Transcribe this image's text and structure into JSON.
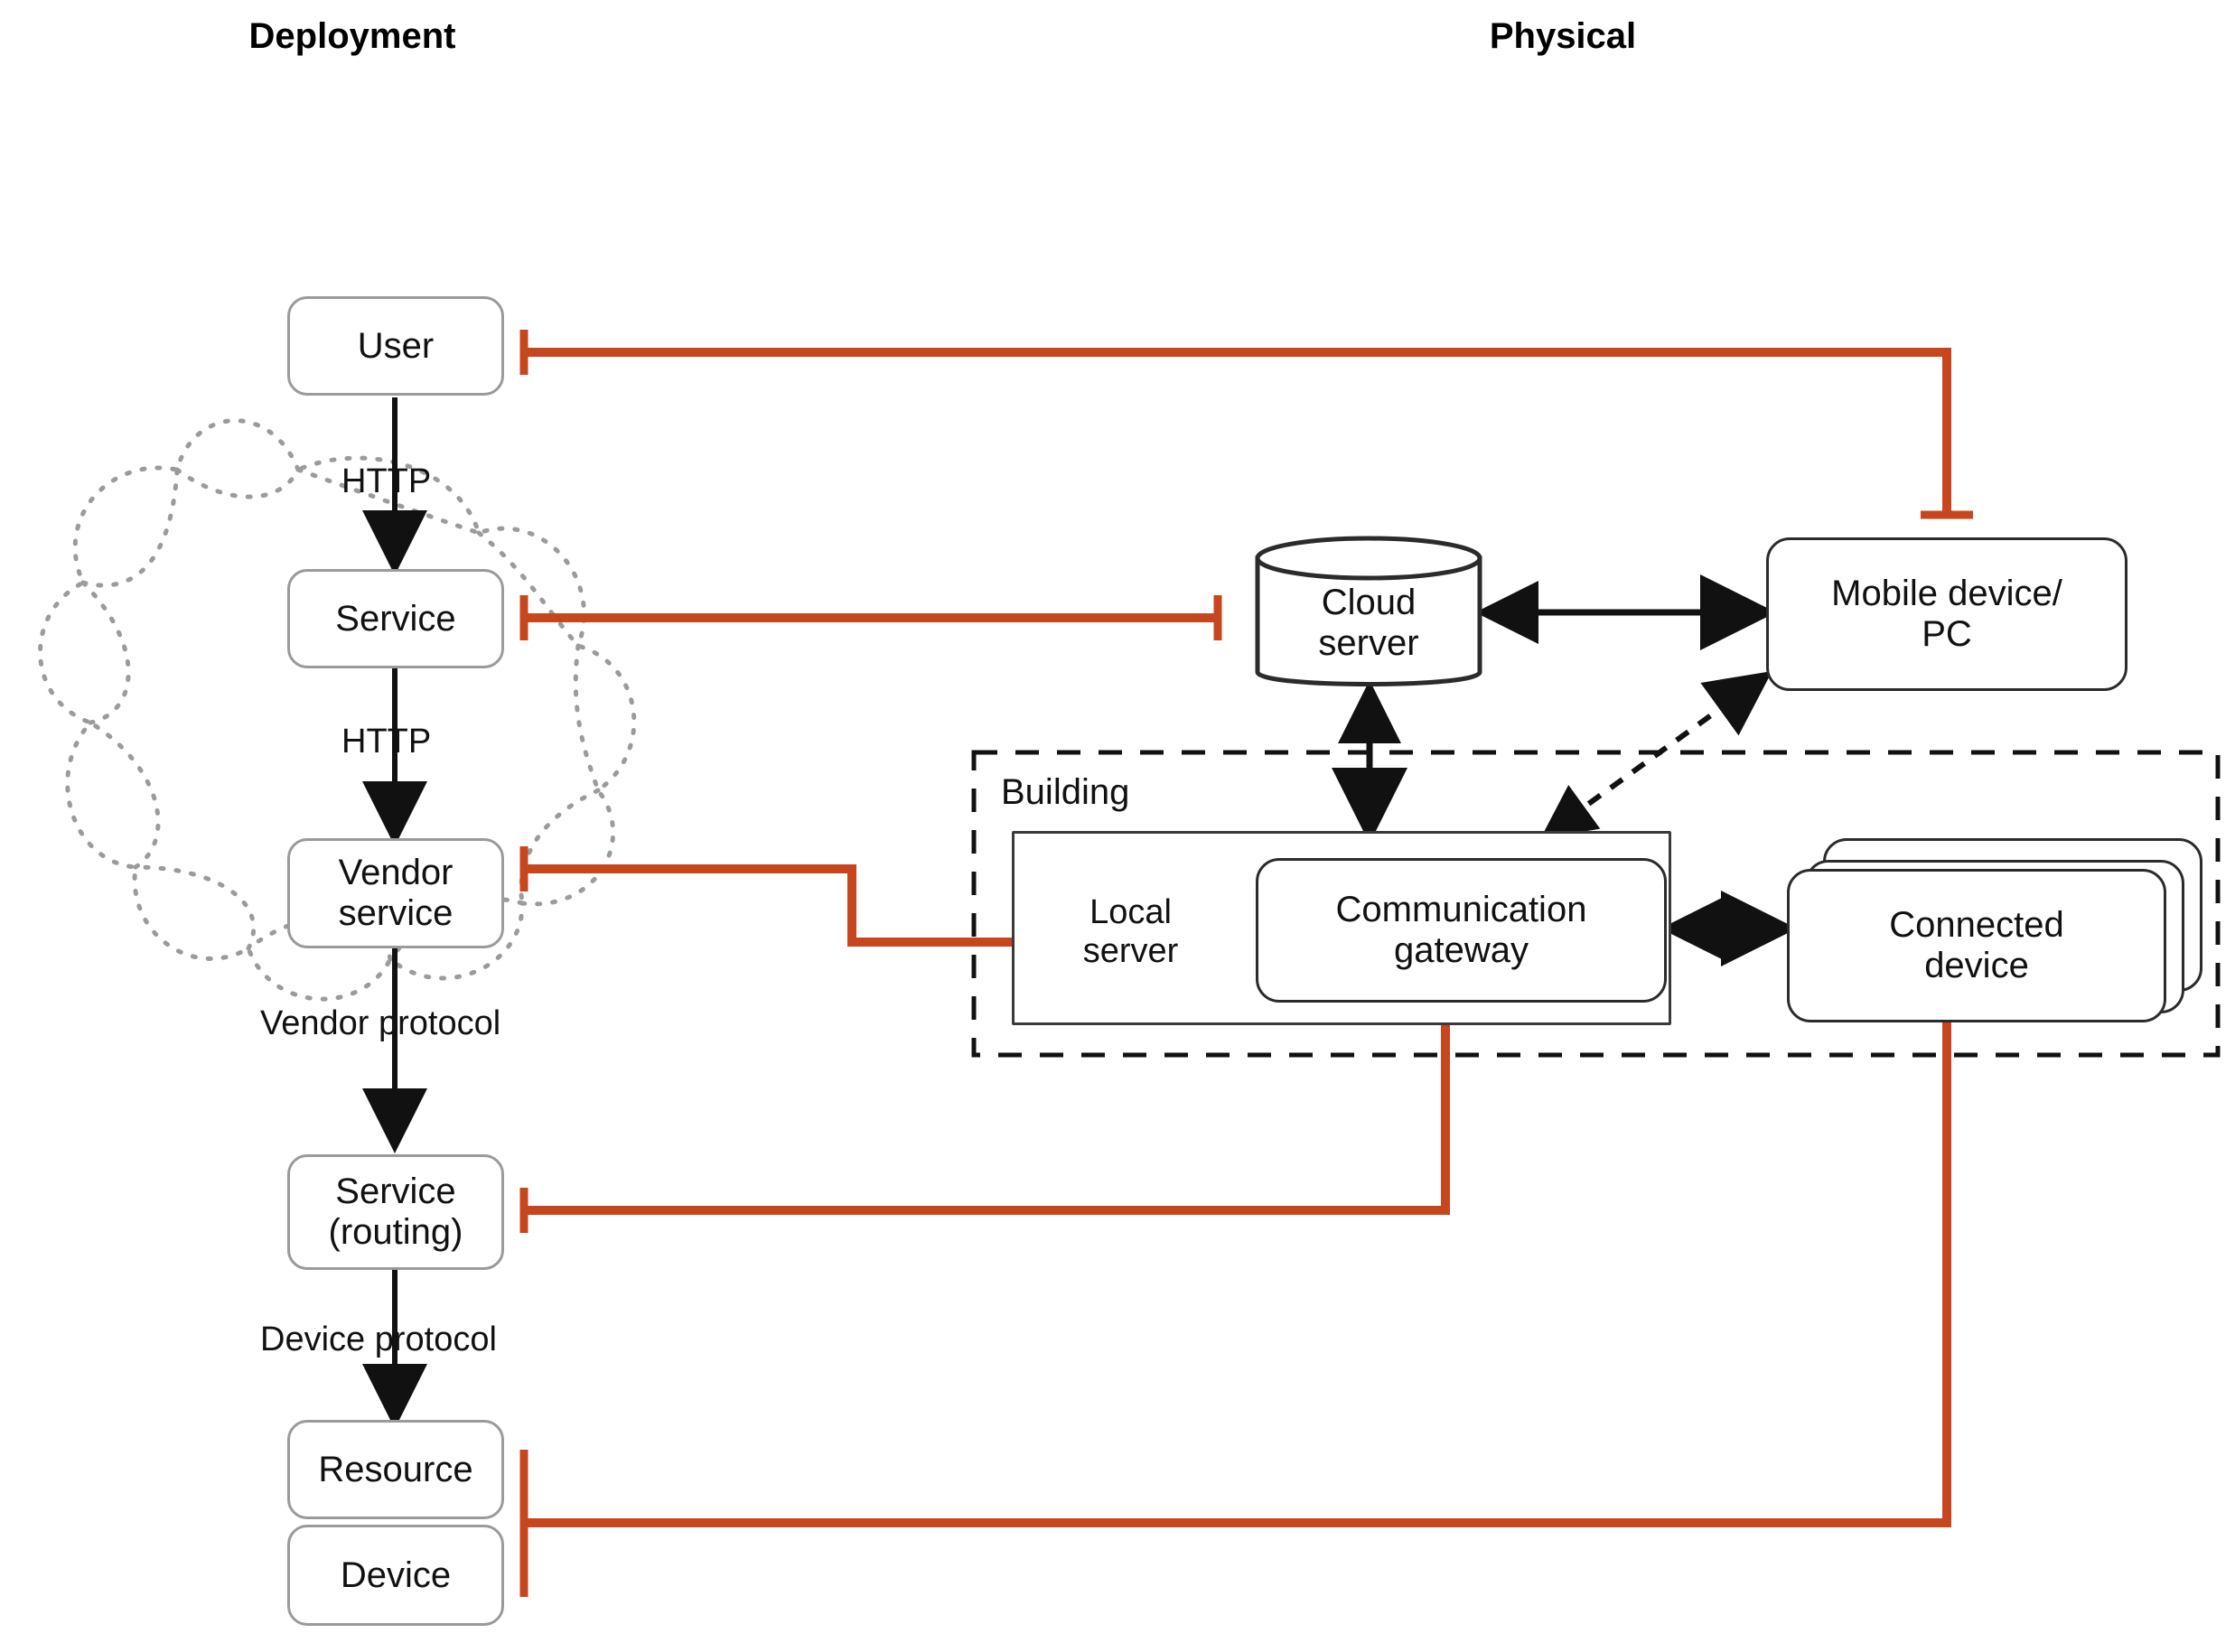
{
  "columns": {
    "left_title": "Deployment",
    "right_title": "Physical"
  },
  "colors": {
    "mapping_line": "#c8461e",
    "gray_node_border": "#9a9a9a",
    "black_node_border": "#2b2b2b",
    "cloud_outline": "#999999",
    "arrow": "#111111"
  },
  "deployment": {
    "nodes": [
      {
        "id": "user",
        "label": "User"
      },
      {
        "id": "service",
        "label": "Service"
      },
      {
        "id": "vendor-service",
        "label": "Vendor\nservice",
        "line1": "Vendor",
        "line2": "service"
      },
      {
        "id": "service-routing",
        "label": "Service\n(routing)",
        "line1": "Service",
        "line2": "(routing)"
      },
      {
        "id": "resource",
        "label": "Resource"
      },
      {
        "id": "device",
        "label": "Device"
      }
    ],
    "edge_labels": [
      {
        "id": "http-1",
        "label": "HTTP"
      },
      {
        "id": "http-2",
        "label": "HTTP"
      },
      {
        "id": "vendor-protocol",
        "label": "Vendor protocol"
      },
      {
        "id": "device-protocol",
        "label": "Device protocol"
      }
    ],
    "cloud": {
      "id": "internet-cloud",
      "label": ""
    }
  },
  "physical": {
    "nodes": [
      {
        "id": "cloud-server",
        "label": "Cloud\nserver",
        "line1": "Cloud",
        "line2": "server"
      },
      {
        "id": "mobile-device-pc",
        "label": "Mobile device/\nPC",
        "line1": "Mobile device/",
        "line2": "PC"
      },
      {
        "id": "local-server",
        "label": "Local\nserver",
        "line1": "Local",
        "line2": "server"
      },
      {
        "id": "communication-gateway",
        "label": "Communication\ngateway",
        "line1": "Communication",
        "line2": "gateway"
      },
      {
        "id": "connected-device",
        "label": "Connected\ndevice",
        "line1": "Connected",
        "line2": "device"
      }
    ],
    "building_label": "Building"
  },
  "mappings": [
    {
      "from": "user",
      "to": "mobile-device-pc"
    },
    {
      "from": "service",
      "to": "cloud-server"
    },
    {
      "from": "vendor-service",
      "to": "local-server"
    },
    {
      "from": "service-routing",
      "to": "communication-gateway"
    },
    {
      "from": "resource-device",
      "to": "connected-device"
    }
  ]
}
